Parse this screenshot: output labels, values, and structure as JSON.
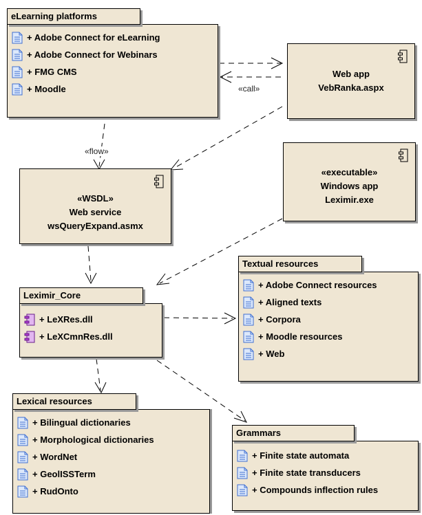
{
  "packages": {
    "elearning": {
      "title": "eLearning platforms",
      "items": [
        "+ Adobe Connect for eLearning",
        "+ Adobe Connect for Webinars",
        "+ FMG CMS",
        "+ Moodle"
      ]
    },
    "leximir_core": {
      "title": "Leximir_Core",
      "items": [
        "+ LeXRes.dll",
        "+ LeXCmnRes.dll"
      ]
    },
    "textual": {
      "title": "Textual resources",
      "items": [
        "+ Adobe Connect resources",
        "+ Aligned texts",
        "+ Corpora",
        "+ Moodle resources",
        "+ Web"
      ]
    },
    "lexical": {
      "title": "Lexical resources",
      "items": [
        "+ Bilingual dictionaries",
        "+ Morphological dictionaries",
        "+ WordNet",
        "+ GeolISSTerm",
        "+ RudOnto"
      ]
    },
    "grammars": {
      "title": "Grammars",
      "items": [
        "+ Finite state automata",
        "+ Finite state transducers",
        "+ Compounds inflection rules"
      ]
    }
  },
  "components": {
    "web_app": {
      "line1": "Web app",
      "line2": "VebRanka.aspx"
    },
    "web_service": {
      "stereotype": "«WSDL»",
      "line1": "Web service",
      "line2": "wsQueryExpand.asmx"
    },
    "windows_app": {
      "stereotype": "«executable»",
      "line1": "Windows app",
      "line2": "Leximir.exe"
    }
  },
  "connector_labels": {
    "call": "«call»",
    "flow": "«flow»"
  },
  "colors": {
    "fill": "#efe6d3",
    "shadow": "#9a9a9a",
    "doc_icon": "#3f6fd0",
    "dll_icon": "#b03ad0"
  }
}
